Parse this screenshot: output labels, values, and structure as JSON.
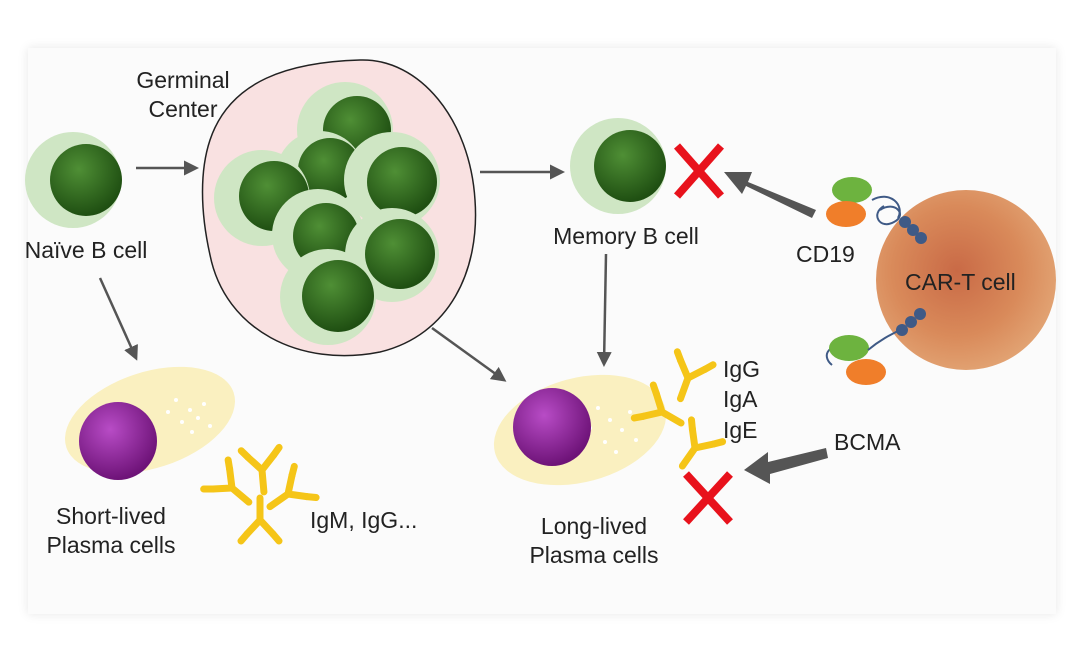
{
  "labels": {
    "germinal_center": "Germinal\nCenter",
    "naive_b_cell": "Naïve B cell",
    "memory_b_cell": "Memory B cell",
    "short_lived": "Short-lived\nPlasma cells",
    "long_lived": "Long-lived\nPlasma cells",
    "igm_igg": "IgM, IgG...",
    "igg": "IgG",
    "iga": "IgA",
    "ige": "IgE",
    "cd19": "CD19",
    "bcma": "BCMA",
    "car_t_cell": "CAR-T cell"
  },
  "colors": {
    "b_cell_dark": "#2f6a1e",
    "b_cell_halo": "#cfe6c4",
    "germinal_fill": "#f9e1e1",
    "plasma_nucleus": "#8e1f9a",
    "plasma_halo": "#faf0c0",
    "antibody": "#f5c518",
    "block_x": "#e8121c",
    "arrow": "#555555",
    "car_t": "#d98a5a",
    "receptor_green": "#6db33f",
    "receptor_orange": "#f07e2a",
    "linker": "#3f5a86"
  }
}
